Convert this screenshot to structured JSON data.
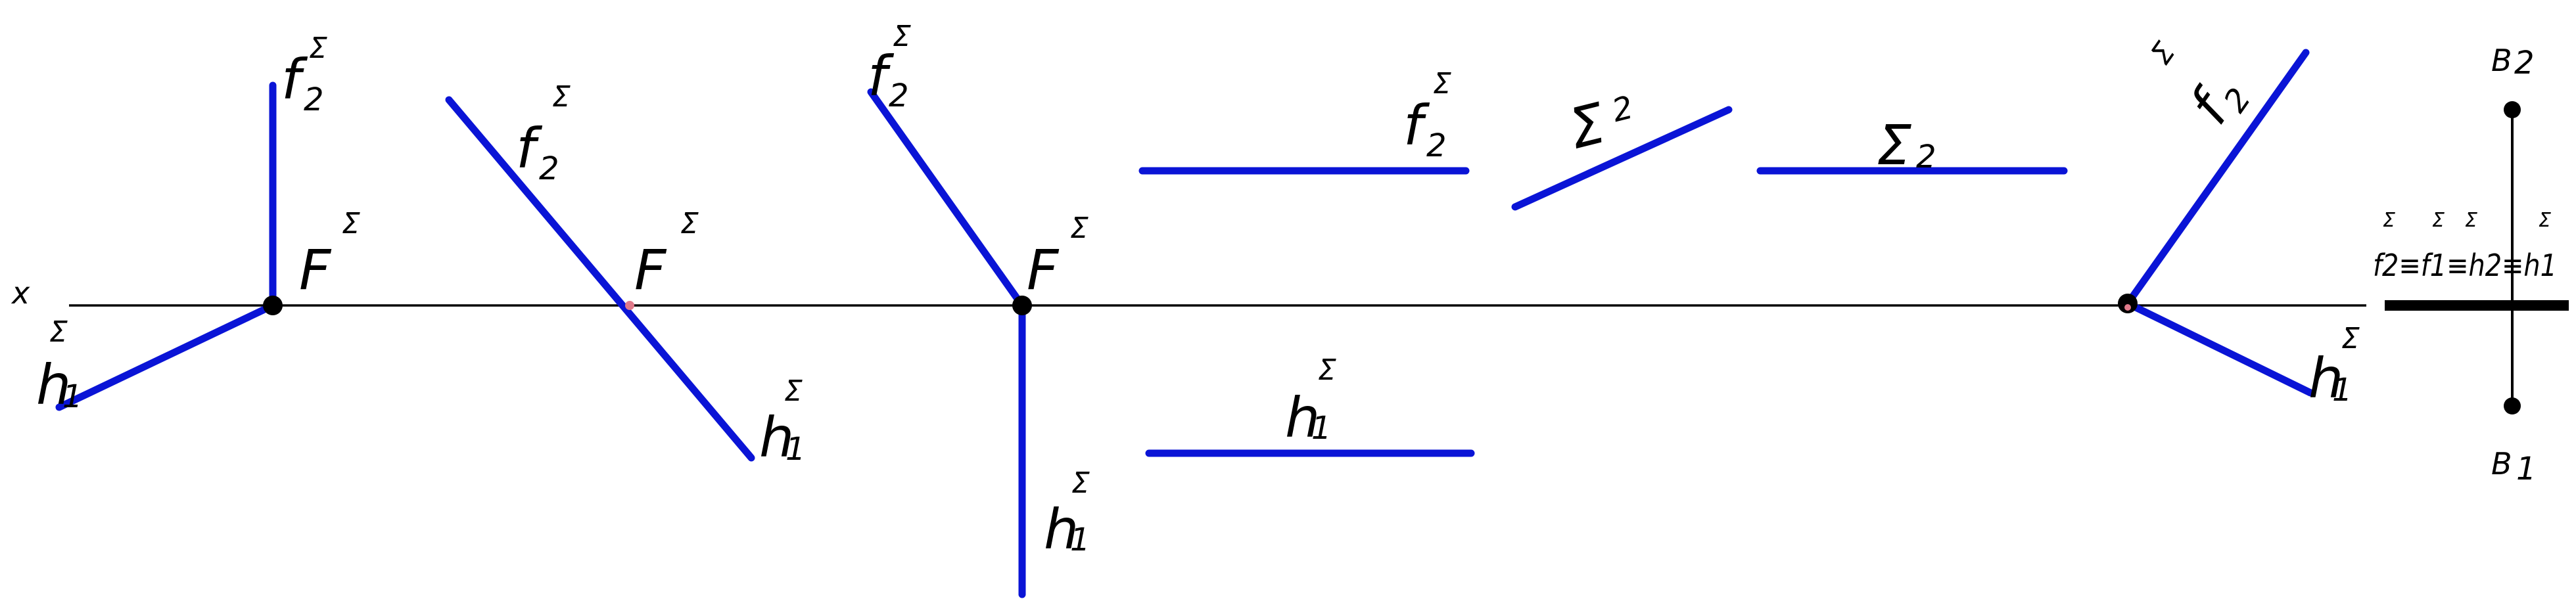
{
  "colors": {
    "trace": "#0a14d6",
    "axis": "#000000",
    "point": "#000000",
    "marker": "#e07a8a"
  },
  "axis_label": "x",
  "labels": {
    "f": "f",
    "h": "h",
    "F": "F",
    "sigma": "Σ",
    "B": "B",
    "sub1": "1",
    "sub2": "2",
    "sup_sigma": "Σ",
    "coincident": "f2≡f1≡h2≡h1"
  },
  "point_labels": {
    "B2": "B",
    "B2_sub": "2",
    "B1": "B",
    "B1_sub": "1"
  }
}
